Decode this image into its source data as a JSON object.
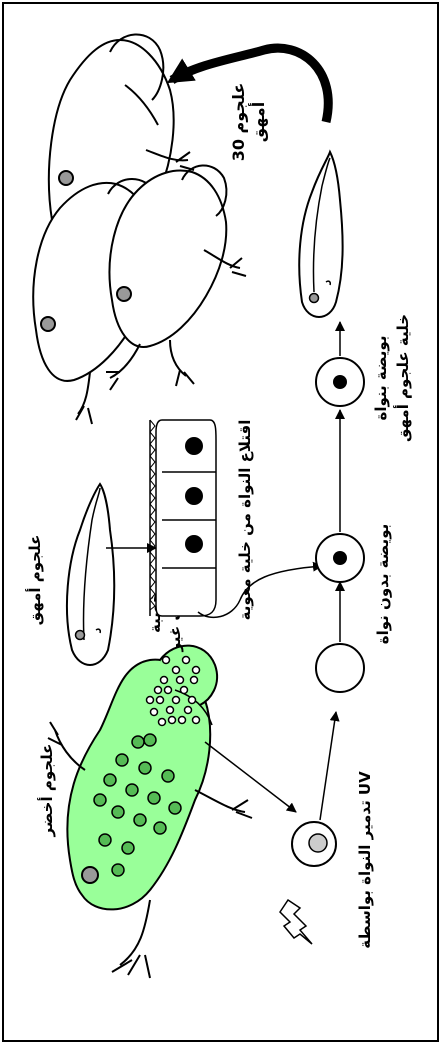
{
  "labels": {
    "green_frog": "علجوم أخضر",
    "unfertilized_eggs_1": "بويضات غير",
    "unfertilized_eggs_2": "مخصبة",
    "uv_destroy": "تدمير النواة بواسطة UV",
    "egg_no_nucleus": "بويضة بدون نواة",
    "albino_tadpole": "علجوم أمهق",
    "nucleus_extraction": "اقتلاع النواة من خلية معوية",
    "egg_with_nucleus_1": "بويضة بنواة",
    "egg_with_nucleus_2": "خلية علجوم أمهق",
    "result_1": "30 علجوم",
    "result_2": "أمهق"
  },
  "colors": {
    "green_frog_body": "#99ff99",
    "green_spots": "#55bb55",
    "nucleus_grey": "#cccccc",
    "eye_grey": "#999999",
    "outline": "#000000"
  }
}
